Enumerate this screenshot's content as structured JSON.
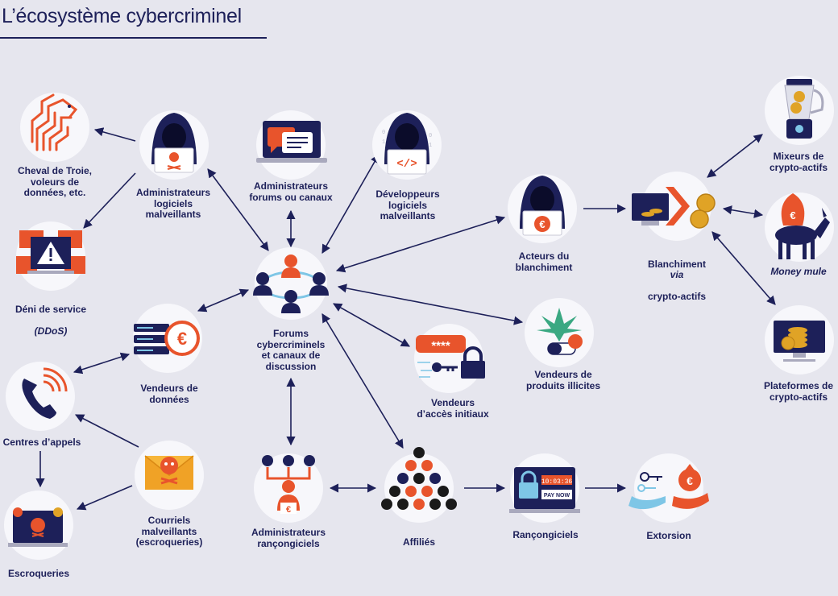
{
  "title": "L’écosystème cybercriminel",
  "colors": {
    "navy": "#1d2059",
    "orange": "#e8542c",
    "circle": "#f7f7fb",
    "background": "#e6e6ee"
  },
  "nodes": {
    "cheval_de_troie": "Cheval de Troie,\nvoleurs de\ndonnées, etc.",
    "deni_de_service": "Déni de service",
    "ddos": "(DDoS)",
    "admins_logiciels": "Administrateurs\nlogiciels\nmalveillants",
    "admins_forums": "Administrateurs\nforums ou canaux",
    "developpeurs": "Développeurs\nlogiciels\nmalveillants",
    "acteurs_blanchiment": "Acteurs du\nblanchiment",
    "blanchiment_prefix": "Blanchiment",
    "blanchiment_via": "via",
    "blanchiment_suffix": "crypto-actifs",
    "mixeurs": "Mixeurs de\ncrypto-actifs",
    "money_mule": "Money mule",
    "plateformes": "Plateformes de\ncrypto-actifs",
    "forums": "Forums\ncybercriminels\net canaux de\ndiscussion",
    "vendeurs_donnees": "Vendeurs de\ndonnées",
    "vendeurs_acces": "Vendeurs\nd’accès initiaux",
    "vendeurs_produits": "Vendeurs de\nproduits illicites",
    "centres_appels": "Centres d’appels",
    "courriels": "Courriels\nmalveillants\n(escroqueries)",
    "escroqueries": "Escroqueries",
    "admins_rancongiciels": "Administrateurs\nrançongiciels",
    "affilies": "Affiliés",
    "rancongiciels": "Rançongiciels",
    "extorsion": "Extorsion"
  },
  "icon_text": {
    "screen_time": "10:03:36",
    "pay_now": "PAY NOW",
    "password": "****",
    "code": "</>",
    "euro": "€"
  }
}
